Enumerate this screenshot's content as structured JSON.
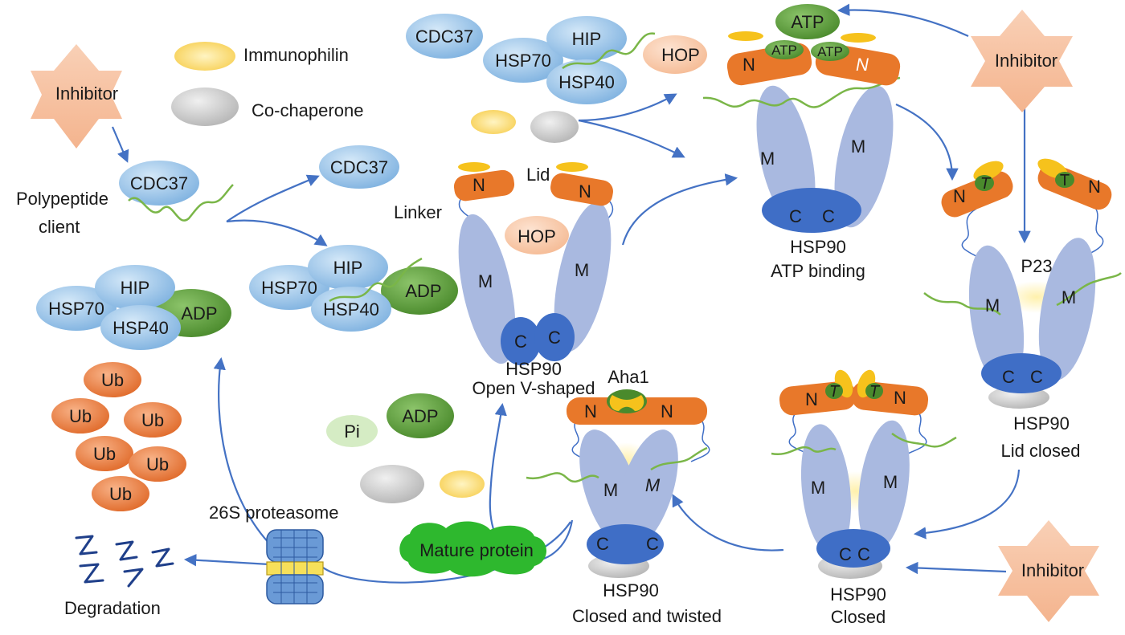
{
  "legend": {
    "immunophilin": "Immunophilin",
    "cochaperone": "Co-chaperone"
  },
  "inhibitor": "Inhibitor",
  "labels": {
    "cdc37": "CDC37",
    "hsp70": "HSP70",
    "hip": "HIP",
    "hsp40": "HSP40",
    "hop": "HOP",
    "adp": "ADP",
    "atp": "ATP",
    "pi": "Pi",
    "ub": "Ub",
    "polypeptide_client_line1": "Polypeptide",
    "polypeptide_client_line2": "client",
    "linker": "Linker",
    "lid": "Lid",
    "p23": "P23",
    "aha1": "Aha1",
    "proteasome": "26S proteasome",
    "degradation": "Degradation",
    "mature_protein": "Mature protein"
  },
  "domains": {
    "n": "N",
    "m": "M",
    "c": "C",
    "t": "T"
  },
  "states": {
    "open": {
      "line1": "HSP90",
      "line2": "Open V-shaped"
    },
    "atp_binding": {
      "line1": "HSP90",
      "line2": "ATP binding"
    },
    "lid_closed": {
      "line1": "HSP90",
      "line2": "Lid closed"
    },
    "closed": {
      "line1": "HSP90",
      "line2": "Closed"
    },
    "closed_twisted": {
      "line1": "HSP90",
      "line2": "Closed and twisted"
    }
  },
  "colors": {
    "n_domain": "#e8782a",
    "m_domain": "#a9b9e0",
    "c_domain": "#3f6ec6",
    "cochaperone_blue": "#8fc1ea",
    "adp_green": "#5c9e3c",
    "atp_green": "#4a8a2c",
    "client_green": "#7ab648",
    "inhibitor_star": "#f7c4a4",
    "immunophilin": "#f9d24a",
    "cochaperone_gray": "#c8c8c8",
    "hop": "#f8cdb0",
    "arrow": "#4472c4",
    "mature_protein": "#2eb82e"
  }
}
